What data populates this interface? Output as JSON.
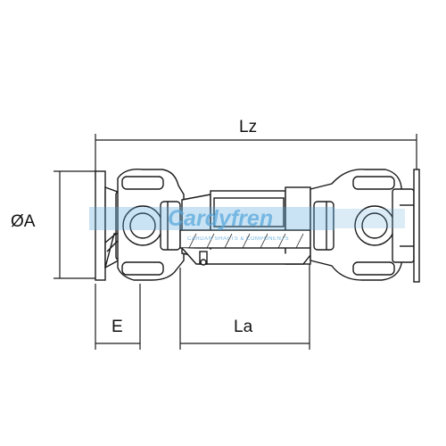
{
  "dimensions": {
    "overall_length": "Lz",
    "flange_diameter": "ØA",
    "flange_offset": "E",
    "tube_length": "La"
  },
  "watermark": {
    "brand": "Cardyfren",
    "tagline": "CARDAN SHAFTS & COMPONENTS",
    "color": "#5aa9dc"
  },
  "colors": {
    "line": "#1a1a1a",
    "background": "#ffffff"
  }
}
